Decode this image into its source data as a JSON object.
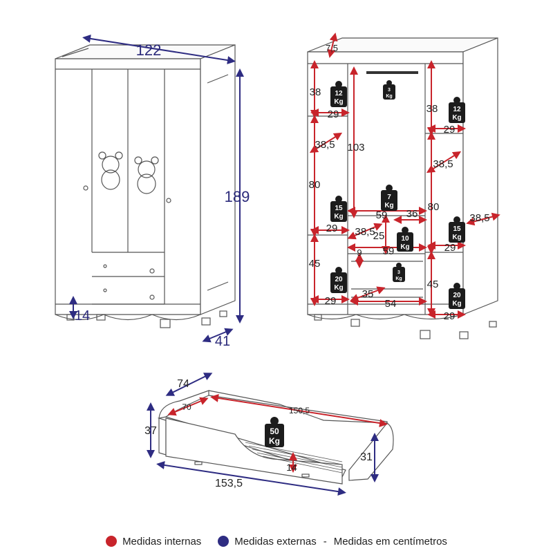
{
  "colors": {
    "internal": "#c8242b",
    "external": "#2e2c82",
    "line": "#444444",
    "weight_bg": "#1c1c1c"
  },
  "wardrobe_front": {
    "width": "122",
    "height": "189",
    "depth": "41",
    "foot": "14"
  },
  "wardrobe_inside": {
    "top": "7,5",
    "left_col": [
      "38",
      "29",
      "38,5",
      "80",
      "29",
      "45",
      "29"
    ],
    "center_col": [
      "103",
      "59",
      "36",
      "38,5",
      "25",
      "59",
      "9",
      "35",
      "54"
    ],
    "right_col": [
      "38",
      "29",
      "38,5",
      "80",
      "38,5",
      "29",
      "45",
      "29"
    ]
  },
  "weights": {
    "w12": "12",
    "w3": "3",
    "w7": "7",
    "w15": "15",
    "w10": "10",
    "w20": "20",
    "w50": "50",
    "unit": "Kg"
  },
  "bed": {
    "depth": "74",
    "inner_depth": "70",
    "inner_length": "150,5",
    "height": "37",
    "length": "153,5",
    "side_height": "31",
    "inner_height": "14"
  },
  "legend": {
    "internal": "Medidas internas",
    "external": "Medidas externas",
    "separator": "-",
    "units": "Medidas em centímetros"
  }
}
